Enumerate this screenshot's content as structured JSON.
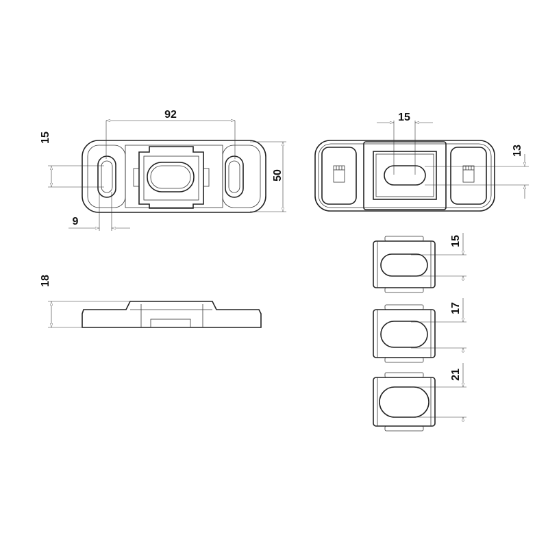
{
  "drawing": {
    "top_view": {
      "width_label": "92",
      "slot_label": "15",
      "height_label": "50",
      "slot_width_label": "9"
    },
    "bottom_view": {
      "center_label": "15",
      "offset_label": "13"
    },
    "side_view": {
      "height_label": "18"
    },
    "inserts": [
      {
        "label": "15"
      },
      {
        "label": "17"
      },
      {
        "label": "21"
      }
    ],
    "line_color": "#222222"
  }
}
